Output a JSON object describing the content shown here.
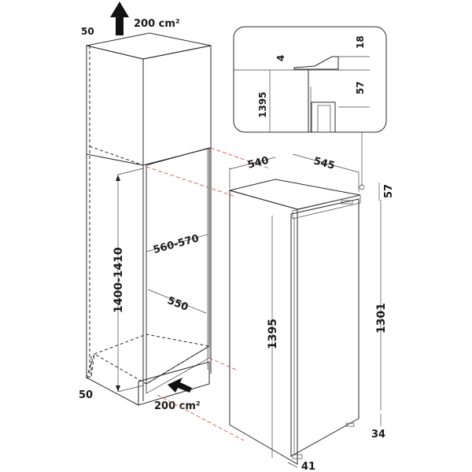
{
  "diagram": {
    "type": "built-in refrigerator installation drawing",
    "units": "mm",
    "colors": {
      "line": "#2a2a2a",
      "niche_fill": "#b8b8b8",
      "niche_floor": "#d6d6d6",
      "guide_red": "#d9534f",
      "text": "#1a1a1a"
    },
    "cabinet": {
      "top_vent_area": "200 cm²",
      "bottom_vent_area": "200 cm²",
      "top_offset": "50",
      "bottom_offset": "50",
      "niche_height": "1400-1410",
      "niche_width": "560-570",
      "niche_depth": "550"
    },
    "appliance": {
      "width": "540",
      "depth": "545",
      "top_gap": "57",
      "height": "1395",
      "door_height": "1301",
      "bottom_gap": "34",
      "foot_depth": "41"
    },
    "detail": {
      "gap_top": "4",
      "gap_right_top": "18",
      "gap_right_bottom": "57",
      "height": "1395"
    }
  }
}
